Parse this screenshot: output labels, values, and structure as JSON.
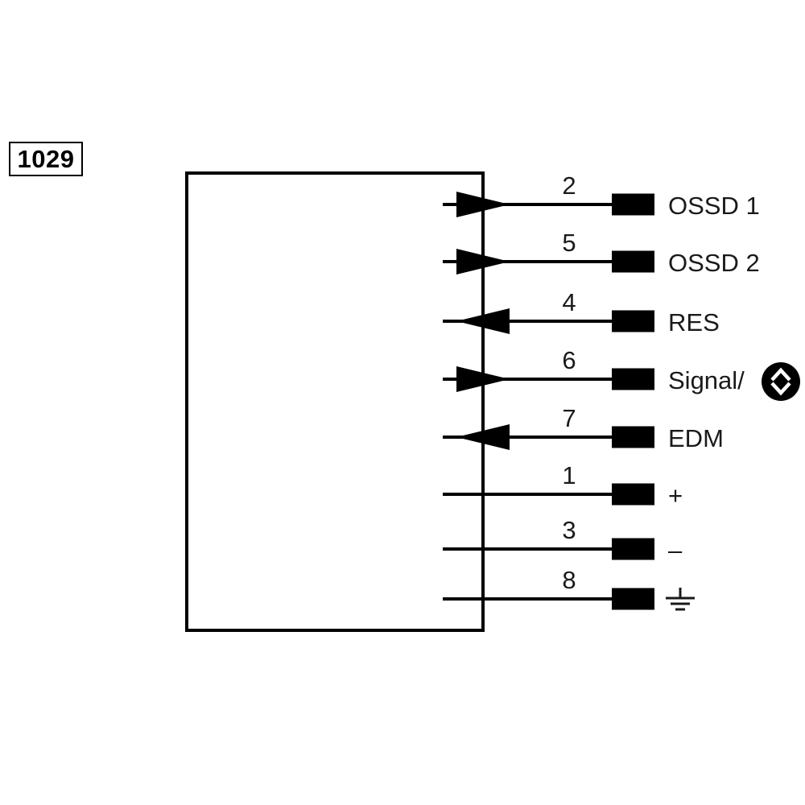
{
  "code_label": "1029",
  "pins": [
    {
      "number": "2",
      "label": "OSSD 1",
      "direction": "out",
      "symbol": "none"
    },
    {
      "number": "5",
      "label": "OSSD 2",
      "direction": "out",
      "symbol": "none"
    },
    {
      "number": "4",
      "label": "RES",
      "direction": "in",
      "symbol": "none"
    },
    {
      "number": "6",
      "label": "Signal/",
      "direction": "out",
      "symbol": "signal-icon"
    },
    {
      "number": "7",
      "label": "EDM",
      "direction": "in",
      "symbol": "none"
    },
    {
      "number": "1",
      "label": "+",
      "direction": "none",
      "symbol": "none"
    },
    {
      "number": "3",
      "label": "–",
      "direction": "none",
      "symbol": "none"
    },
    {
      "number": "8",
      "label": "",
      "direction": "none",
      "symbol": "ground-icon"
    }
  ],
  "colors": {
    "line": "#000000",
    "text": "#1a1a1a"
  }
}
